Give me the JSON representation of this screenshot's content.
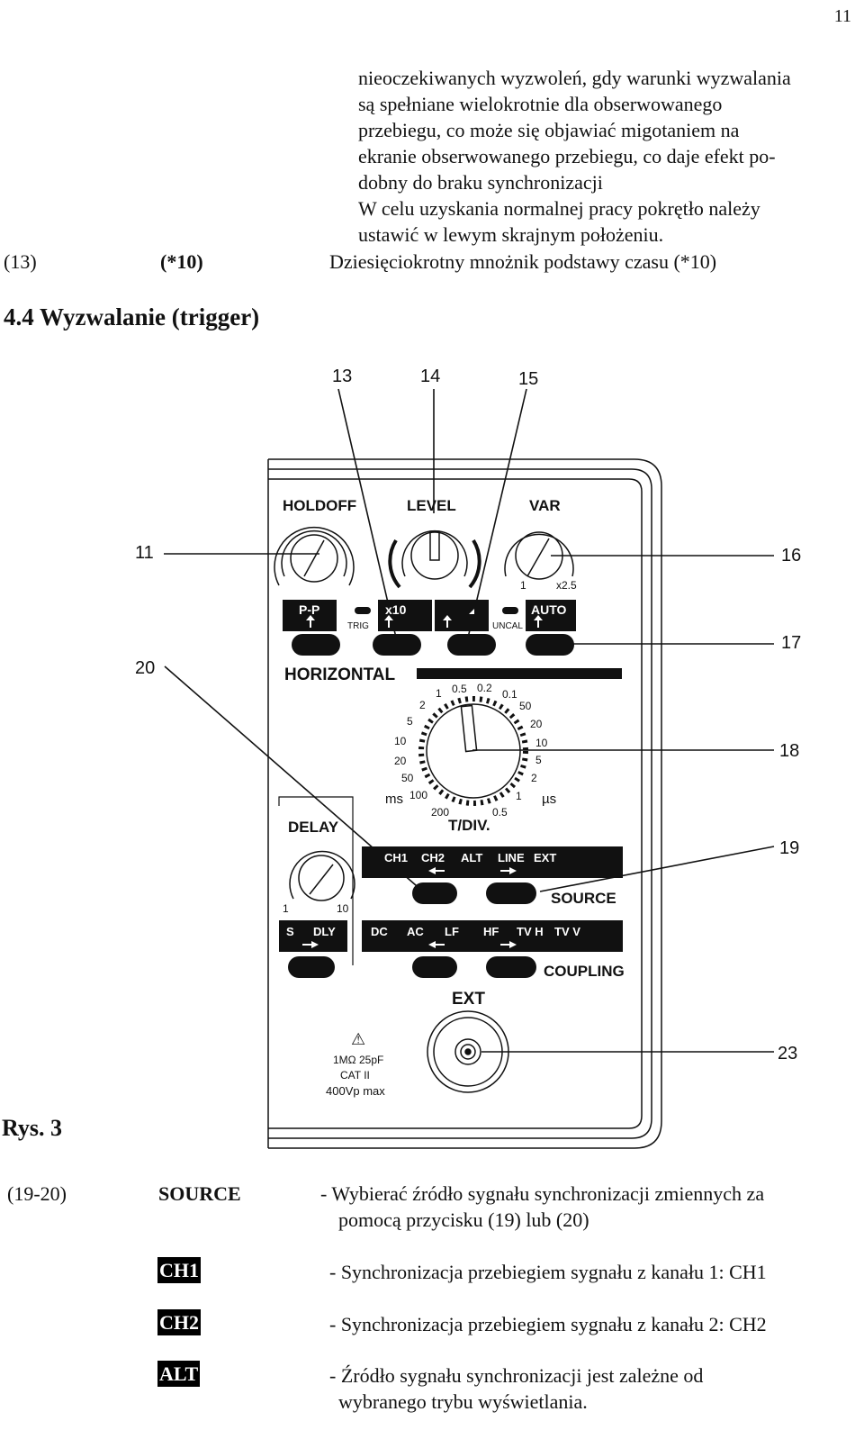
{
  "page_number": "11",
  "intro_lines": [
    "nieoczekiwanych wyzwoleń, gdy warunki wyzwalania",
    "są spełniane wielokrotnie dla obserwowanego",
    "przebiegu, co może się objawiać migotaniem na",
    "ekranie obserwowanego przebiegu, co daje efekt po-",
    "dobny do braku synchronizacji",
    "W celu uzyskania normalnej pracy pokrętło należy",
    "ustawić w lewym skrajnym położeniu."
  ],
  "item13": {
    "num": "(13)",
    "label": "(*10)",
    "desc": "Dziesięciokrotny mnożnik podstawy czasu (*10)"
  },
  "section_heading": "4.4 Wyzwalanie (trigger)",
  "figure": {
    "caption": "Rys. 3",
    "callouts": [
      "13",
      "14",
      "15",
      "11",
      "16",
      "17",
      "20",
      "18",
      "19",
      "23"
    ],
    "panel": {
      "holdoff": "HOLDOFF",
      "level": "LEVEL",
      "var": "VAR",
      "var_min": "1",
      "var_max": "x2.5",
      "btn_pp": "P-P",
      "trig": "TRIG",
      "btn_x10": "x10",
      "uncal": "UNCAL",
      "btn_auto": "AUTO",
      "horizontal": "HORIZONTAL",
      "tdiv": "T/DIV.",
      "ms": "ms",
      "us": "µs",
      "scale_left": [
        "1",
        "2",
        "5",
        "10",
        "20",
        "50",
        "100",
        "200"
      ],
      "scale_top": [
        "0.5",
        "0.2",
        "0.1"
      ],
      "scale_right": [
        "50",
        "20",
        "10",
        "5",
        "2",
        "1",
        "0.5"
      ],
      "delay": "DELAY",
      "delay_min": "1",
      "delay_max": "10",
      "source_labels": [
        "CH1",
        "CH2",
        "ALT",
        "LINE",
        "EXT"
      ],
      "source": "SOURCE",
      "delay_labels": [
        "S",
        "DLY"
      ],
      "coupling_labels": [
        "DC",
        "AC",
        "LF",
        "HF",
        "TV H",
        "TV V"
      ],
      "coupling": "COUPLING",
      "ext": "EXT",
      "warning_sym": "⚠",
      "spec_1": "1MΩ 25pF",
      "spec_2": "CAT II",
      "spec_3": "400Vp max"
    }
  },
  "source_row": {
    "num": "(19-20)",
    "label": "SOURCE",
    "desc1": "- Wybierać źródło sygnału synchronizacji zmiennych za",
    "desc2": "pomocą przycisku  (19) lub  (20)"
  },
  "options": [
    {
      "key": "CH1",
      "desc": "- Synchronizacja przebiegiem sygnału z kanału 1: CH1"
    },
    {
      "key": "CH2",
      "desc": "- Synchronizacja przebiegiem sygnału z kanału 2: CH2"
    },
    {
      "key": "ALT",
      "desc": "- Źródło sygnału synchronizacji jest zależne od",
      "desc2": "wybranego trybu wyświetlania."
    }
  ]
}
